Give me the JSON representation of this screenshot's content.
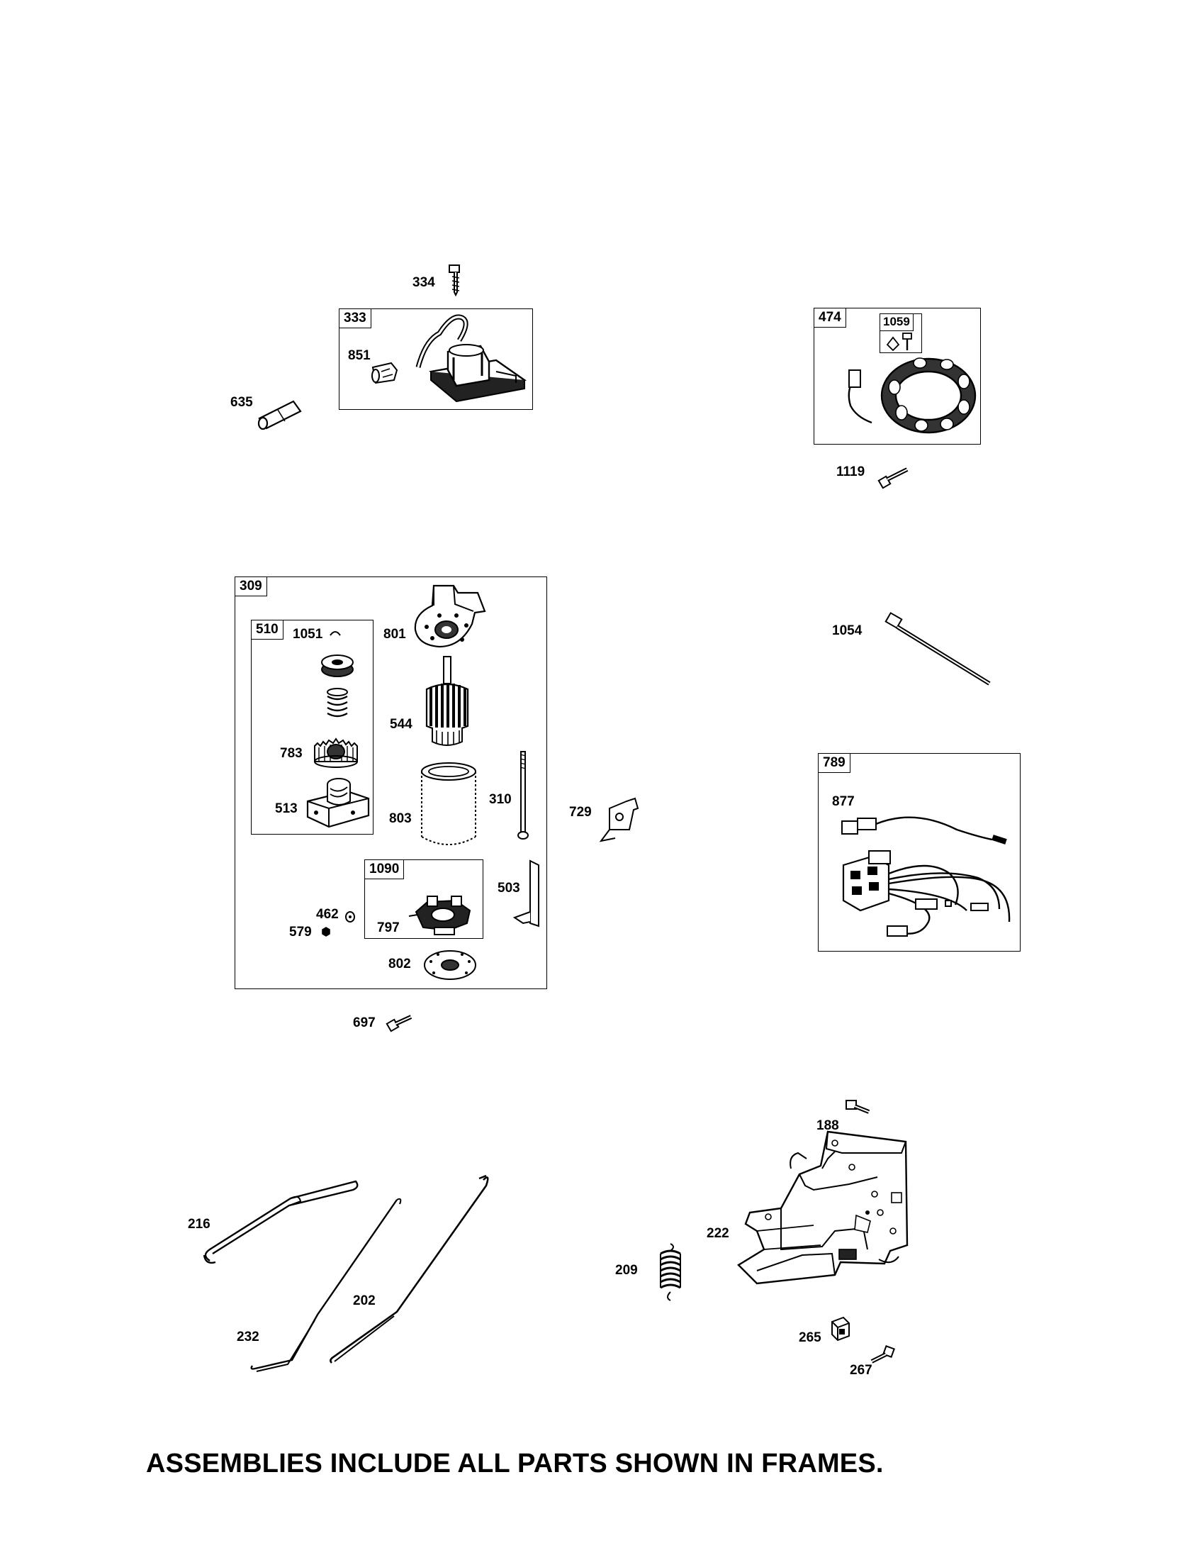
{
  "callouts": {
    "p334": "334",
    "p851": "851",
    "p635": "635",
    "p1119": "1119",
    "p1051": "1051",
    "p801": "801",
    "p544": "544",
    "p783": "783",
    "p513": "513",
    "p803": "803",
    "p310": "310",
    "p729": "729",
    "p1054": "1054",
    "p877": "877",
    "p462": "462",
    "p797": "797",
    "p579": "579",
    "p503": "503",
    "p802": "802",
    "p697": "697",
    "p188": "188",
    "p216": "216",
    "p222": "222",
    "p209": "209",
    "p232": "232",
    "p202": "202",
    "p265": "265",
    "p267": "267"
  },
  "frames": {
    "f333": "333",
    "f474": "474",
    "f1059": "1059",
    "f309": "309",
    "f510": "510",
    "f1090": "1090",
    "f789": "789"
  },
  "footer": "ASSEMBLIES INCLUDE ALL PARTS SHOWN IN FRAMES."
}
